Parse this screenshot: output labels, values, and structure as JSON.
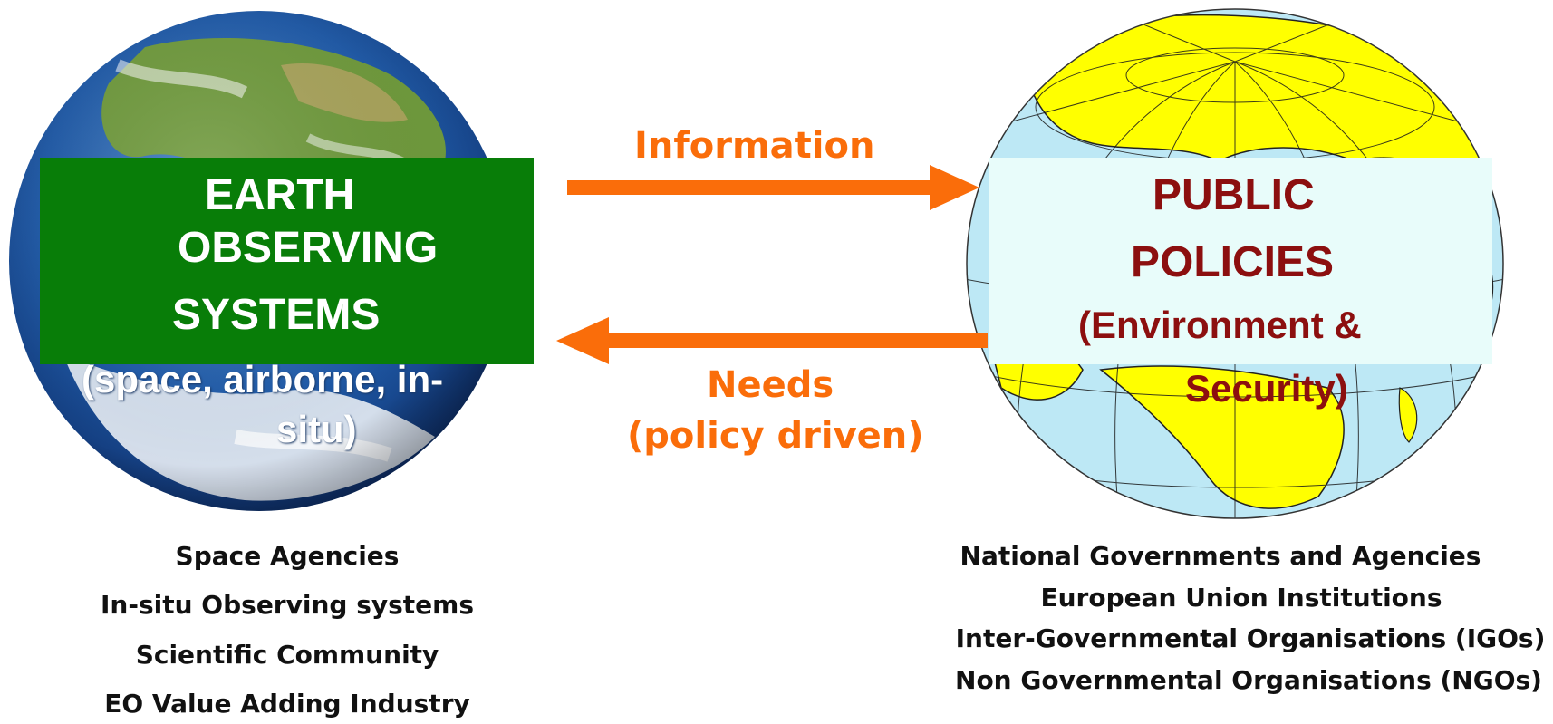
{
  "left": {
    "title_lines": [
      "EARTH",
      "OBSERVING",
      "SYSTEMS",
      "(space, airborne, in-",
      "situ)"
    ],
    "items": [
      "Space Agencies",
      "In-situ Observing systems",
      "Scientific Community",
      "EO Value Adding Industry"
    ]
  },
  "right": {
    "title_lines": [
      "PUBLIC",
      "POLICIES",
      "(Environment &",
      "Security)"
    ],
    "items": [
      "National Governments and Agencies",
      "European Union Institutions",
      "Inter-Governmental Organisations (IGOs)",
      "Non Governmental Organisations (NGOs)"
    ]
  },
  "arrows": {
    "information_label": "Information",
    "needs_label": "Needs",
    "needs_sub_label": "(policy driven)"
  },
  "colors": {
    "green_box": "#087d08",
    "light_box": "#e8fcfa",
    "orange_arrow": "#fa6d0a",
    "dark_red_text": "#8c0f0f",
    "map_land": "#ffff00",
    "map_ocean": "#bde8f5"
  }
}
